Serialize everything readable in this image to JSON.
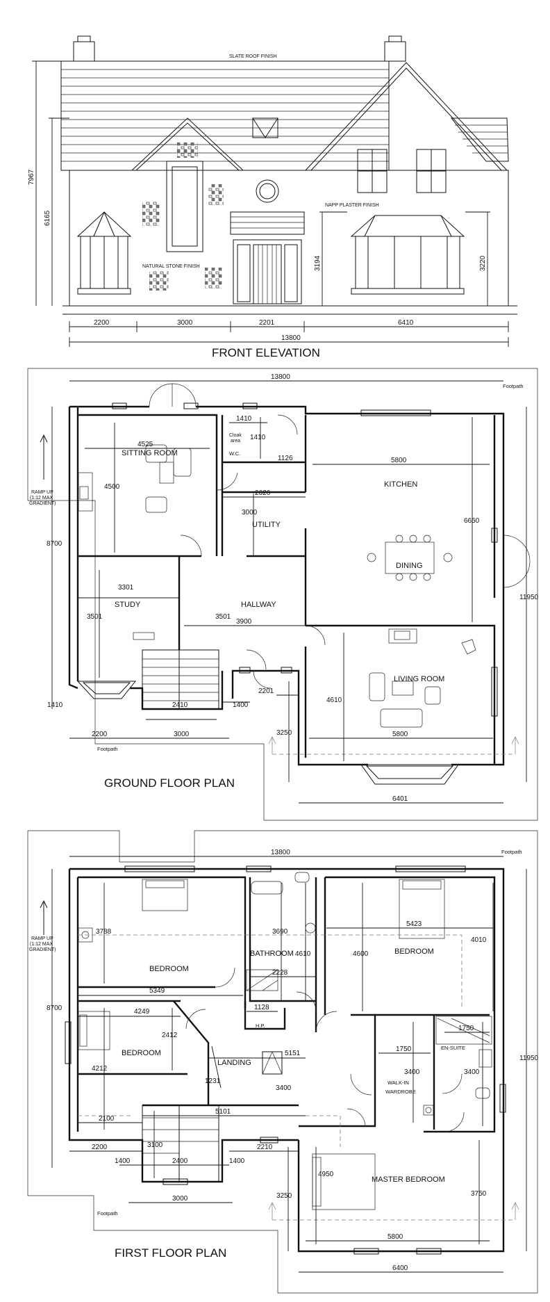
{
  "elevation": {
    "title": "FRONT ELEVATION",
    "roof_note": "SLATE ROOF FINISH",
    "plaster_note": "NAPP PLASTER FINISH",
    "stone_note": "NATURAL STONE FINISH",
    "dims": {
      "height_total": "7967",
      "height_eaves": "6165",
      "door_height": "3194",
      "bay_height": "3220",
      "w1": "2200",
      "w2": "3000",
      "w3": "2201",
      "w4": "6410",
      "total": "13800"
    }
  },
  "ground": {
    "title": "GROUND FLOOR PLAN",
    "footpath": "Footpath",
    "ramp": [
      "RAMP UP",
      "(1:12 MAX",
      "GRADIENT)"
    ],
    "rooms": {
      "sitting": "SITTING ROOM",
      "wc": "W.C.",
      "cloak": [
        "Cloak",
        "area"
      ],
      "kitchen": "KITCHEN",
      "utility": "UTILITY",
      "dining": "DINING",
      "study": "STUDY",
      "hallway": "HALLWAY",
      "living": "LIVING ROOM"
    },
    "dims": {
      "top": "13800",
      "d4525": "4525",
      "d4500": "4500",
      "d1410a": "1410",
      "d1410b": "1410",
      "d1126": "1126",
      "d5800k": "5800",
      "d2626": "2626",
      "d3000u": "3000",
      "d6650": "6650",
      "d8700": "8700",
      "d11950": "11950",
      "d3301": "3301",
      "d3501s": "3501",
      "d3501h": "3501",
      "d3900": "3900",
      "d2410": "2410",
      "d1400": "1400",
      "d1410c": "1410",
      "d2201": "2201",
      "d4610": "4610",
      "d5800l": "5800",
      "d3250": "3250",
      "d2200": "2200",
      "d3000b": "3000",
      "d6401": "6401"
    }
  },
  "first": {
    "title": "FIRST FLOOR PLAN",
    "footpath_top": "Footpath",
    "footpath_bottom": "Footpath",
    "ramp": [
      "RAMP UP",
      "(1:12 MAX",
      "GRADIENT)"
    ],
    "rooms": {
      "bed1": "BEDROOM",
      "bathroom": "BATHROOM",
      "bed2": "BEDROOM",
      "bed3": "BEDROOM",
      "landing": "LANDING",
      "hp": "H.P.",
      "ensuite": "EN-SUITE",
      "walkin": [
        "WALK-IN",
        "WARDROBE"
      ],
      "master": "MASTER BEDROOM"
    },
    "dims": {
      "top": "13800",
      "d3788": "3788",
      "d3690": "3690",
      "d4610": "4610",
      "d2228": "2228",
      "d5423": "5423",
      "d4600": "4600",
      "d4010": "4010",
      "d5349": "5349",
      "d8700": "8700",
      "d11950": "11950",
      "d4249": "4249",
      "d2412": "2412",
      "d1128": "1128",
      "d4212": "4212",
      "d1231": "1231",
      "d5151": "5151",
      "d1750a": "1750",
      "d1750b": "1750",
      "d3400a": "3400",
      "d3400b": "3400",
      "d3400c": "3400",
      "d2100": "2100",
      "d5101": "5101",
      "d3100": "3100",
      "d4950": "4950",
      "d2200": "2200",
      "d1400a": "1400",
      "d2400": "2400",
      "d1400b": "1400",
      "d2210": "2210",
      "d3250": "3250",
      "d3750": "3750",
      "d5800": "5800",
      "d3000": "3000",
      "d6400": "6400"
    }
  }
}
